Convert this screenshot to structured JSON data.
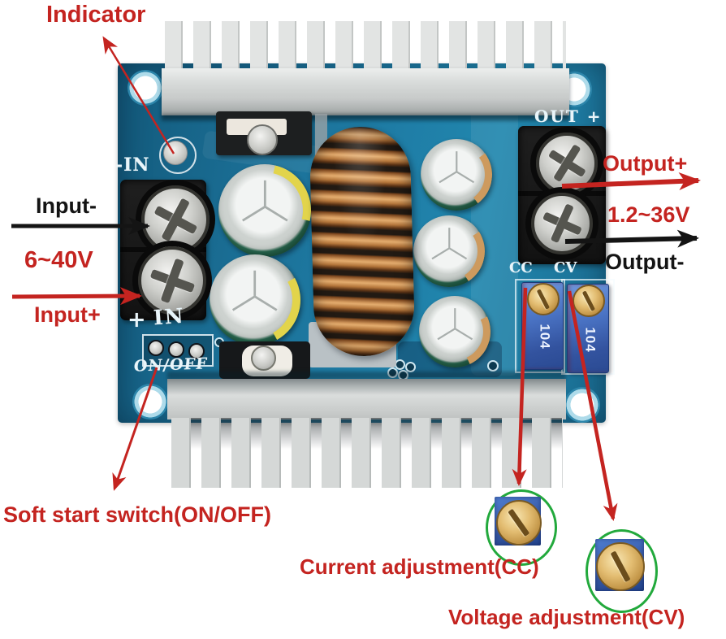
{
  "title": "DC-DC step-down buck converter module annotated diagram",
  "colors": {
    "annotation_red": "#c42420",
    "annotation_black": "#141414",
    "pcb_blue": "#1b7097",
    "heatsink_gray": "#d7d9d8",
    "capacitor_green": "#2f7258",
    "inductor_copper": "#b5713a",
    "trimpot_blue": "#3f6dc0",
    "magnifier_green": "#22a93c",
    "silkscreen_white": "#e9f5fa"
  },
  "annotations": {
    "indicator": {
      "label": "Indicator"
    },
    "input_minus": {
      "label": "Input-"
    },
    "input_range": {
      "label": "6~40V"
    },
    "input_plus": {
      "label": "Input+"
    },
    "output_plus": {
      "label": "Output+"
    },
    "output_range": {
      "label": "1.2~36V"
    },
    "output_minus": {
      "label": "Output-"
    },
    "soft_start": {
      "label": "Soft start switch(ON/OFF)"
    },
    "current_adjustment": {
      "label": "Current adjustment(CC)"
    },
    "voltage_adjustment": {
      "label": "Voltage adjustment(CV)"
    }
  },
  "silkscreen": {
    "in_label": "-IN",
    "out_label": "OUT +",
    "plus_sign": "+",
    "in_word": "IN",
    "on_off": "ON/OFF",
    "cc": "CC",
    "cv": "CV"
  },
  "components": {
    "pot_marking": "104"
  }
}
